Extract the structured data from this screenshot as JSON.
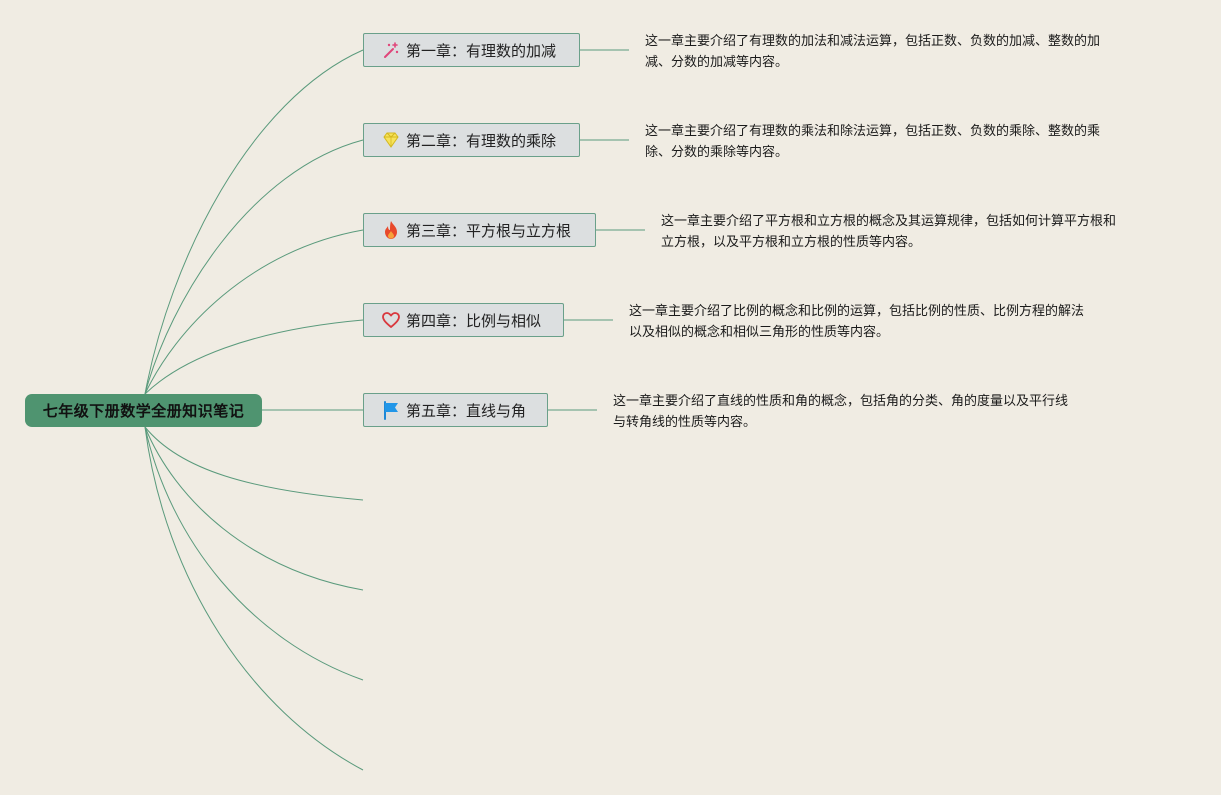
{
  "root": {
    "label": "七年级下册数学全册知识笔记"
  },
  "chapters": [
    {
      "label": "第一章：有理数的加减",
      "icon": "magic-wand-icon",
      "desc": "这一章主要介绍了有理数的加法和减法运算，包括正数、负数的加减、整数的加\n减、分数的加减等内容。"
    },
    {
      "label": "第二章：有理数的乘除",
      "icon": "diamond-icon",
      "desc": "这一章主要介绍了有理数的乘法和除法运算，包括正数、负数的乘除、整数的乘\n除、分数的乘除等内容。"
    },
    {
      "label": "第三章：平方根与立方根",
      "icon": "fire-icon",
      "desc": "这一章主要介绍了平方根和立方根的概念及其运算规律，包括如何计算平方根和\n立方根，以及平方根和立方根的性质等内容。"
    },
    {
      "label": "第四章：比例与相似",
      "icon": "heart-icon",
      "desc": "这一章主要介绍了比例的概念和比例的运算，包括比例的性质、比例方程的解法\n以及相似的概念和相似三角形的性质等内容。"
    },
    {
      "label": "第五章：直线与角",
      "icon": "flag-icon",
      "desc": "这一章主要介绍了直线的性质和角的概念，包括角的分类、角的度量以及平行线\n与转角线的性质等内容。"
    }
  ],
  "colors": {
    "background": "#f0ece3",
    "root_fill": "#4f9470",
    "branch_line": "#5a9a7c",
    "node_fill": "#dcdfe0",
    "node_border": "#6aa08a"
  }
}
